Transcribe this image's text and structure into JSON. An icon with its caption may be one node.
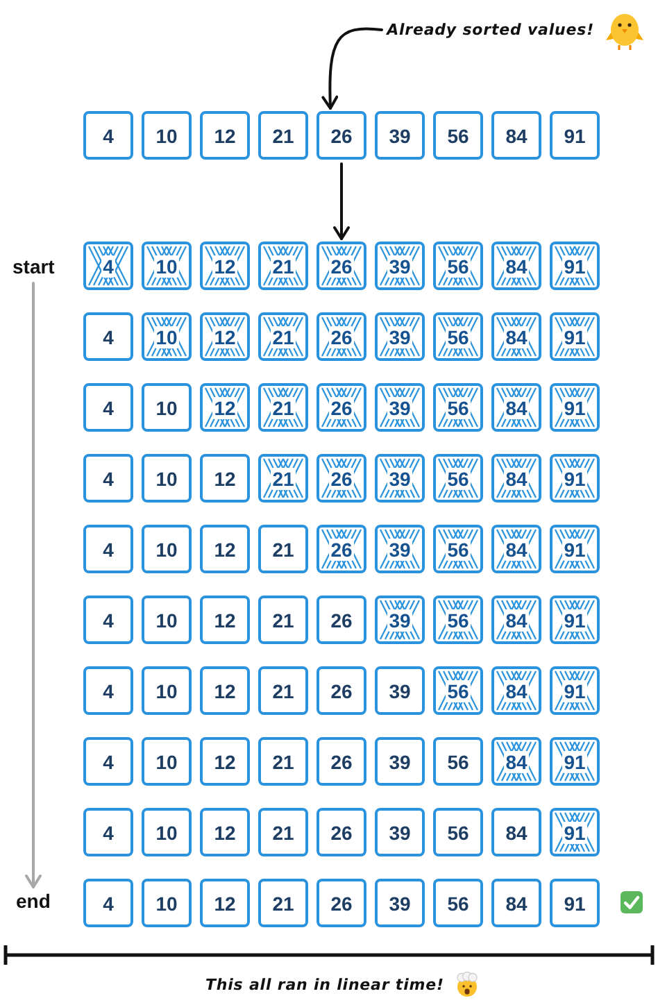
{
  "diagram": {
    "nodes": [
      {
        "text": [
          "Already sorted values!"
        ]
      },
      {
        "text": [
          "4"
        ]
      },
      {
        "text": [
          "10"
        ]
      },
      {
        "text": [
          "12"
        ]
      },
      {
        "text": [
          "21"
        ]
      },
      {
        "text": [
          "26"
        ]
      },
      {
        "text": [
          "39"
        ]
      },
      {
        "text": [
          "56"
        ]
      },
      {
        "text": [
          "84"
        ]
      },
      {
        "text": [
          "91"
        ]
      },
      {
        "text": [
          "start"
        ]
      },
      {
        "text": [
          "4"
        ]
      },
      {
        "text": [
          "10"
        ]
      },
      {
        "text": [
          "12"
        ]
      },
      {
        "text": [
          "21"
        ]
      },
      {
        "text": [
          "26"
        ]
      },
      {
        "text": [
          "39"
        ]
      },
      {
        "text": [
          "56"
        ]
      },
      {
        "text": [
          "84"
        ]
      },
      {
        "text": [
          "91"
        ]
      },
      {
        "text": [
          "4"
        ]
      },
      {
        "text": [
          "10"
        ]
      },
      {
        "text": [
          "12"
        ]
      },
      {
        "text": [
          "21"
        ]
      },
      {
        "text": [
          "26"
        ]
      },
      {
        "text": [
          "39"
        ]
      },
      {
        "text": [
          "56"
        ]
      },
      {
        "text": [
          "84"
        ]
      },
      {
        "text": [
          "91"
        ]
      },
      {
        "text": [
          "4"
        ]
      },
      {
        "text": [
          "10"
        ]
      },
      {
        "text": [
          "12"
        ]
      },
      {
        "text": [
          "21"
        ]
      },
      {
        "text": [
          "26"
        ]
      },
      {
        "text": [
          "39"
        ]
      },
      {
        "text": [
          "56"
        ]
      },
      {
        "text": [
          "84"
        ]
      },
      {
        "text": [
          "91"
        ]
      },
      {
        "text": [
          "4"
        ]
      },
      {
        "text": [
          "10"
        ]
      },
      {
        "text": [
          "12"
        ]
      },
      {
        "text": [
          "21"
        ]
      },
      {
        "text": [
          "26"
        ]
      },
      {
        "text": [
          "39"
        ]
      },
      {
        "text": [
          "56"
        ]
      },
      {
        "text": [
          "84"
        ]
      },
      {
        "text": [
          "91"
        ]
      },
      {
        "text": [
          "4"
        ]
      },
      {
        "text": [
          "10"
        ]
      },
      {
        "text": [
          "12"
        ]
      },
      {
        "text": [
          "21"
        ]
      },
      {
        "text": [
          "26"
        ]
      },
      {
        "text": [
          "39"
        ]
      },
      {
        "text": [
          "56"
        ]
      },
      {
        "text": [
          "84"
        ]
      },
      {
        "text": [
          "91"
        ]
      },
      {
        "text": [
          "4"
        ]
      },
      {
        "text": [
          "10"
        ]
      },
      {
        "text": [
          "12"
        ]
      },
      {
        "text": [
          "21"
        ]
      },
      {
        "text": [
          "26"
        ]
      },
      {
        "text": [
          "39"
        ]
      },
      {
        "text": [
          "56"
        ]
      },
      {
        "text": [
          "84"
        ]
      },
      {
        "text": [
          "91"
        ]
      },
      {
        "text": [
          "4"
        ]
      },
      {
        "text": [
          "10"
        ]
      },
      {
        "text": [
          "12"
        ]
      },
      {
        "text": [
          "21"
        ]
      },
      {
        "text": [
          "26"
        ]
      },
      {
        "text": [
          "39"
        ]
      },
      {
        "text": [
          "56"
        ]
      },
      {
        "text": [
          "84"
        ]
      },
      {
        "text": [
          "91"
        ]
      },
      {
        "text": [
          "4"
        ]
      },
      {
        "text": [
          "10"
        ]
      },
      {
        "text": [
          "12"
        ]
      },
      {
        "text": [
          "21"
        ]
      },
      {
        "text": [
          "26"
        ]
      },
      {
        "text": [
          "39"
        ]
      },
      {
        "text": [
          "56"
        ]
      },
      {
        "text": [
          "84"
        ]
      },
      {
        "text": [
          "91"
        ]
      },
      {
        "text": [
          "4"
        ]
      },
      {
        "text": [
          "10"
        ]
      },
      {
        "text": [
          "12"
        ]
      },
      {
        "text": [
          "21"
        ]
      },
      {
        "text": [
          "26"
        ]
      },
      {
        "text": [
          "39"
        ]
      },
      {
        "text": [
          "56"
        ]
      },
      {
        "text": [
          "84"
        ]
      },
      {
        "text": [
          "91"
        ]
      },
      {
        "text": [
          "end"
        ]
      },
      {
        "text": [
          "4"
        ]
      },
      {
        "text": [
          "10"
        ]
      },
      {
        "text": [
          "12"
        ]
      },
      {
        "text": [
          "21"
        ]
      },
      {
        "text": [
          "26"
        ]
      },
      {
        "text": [
          "39"
        ]
      },
      {
        "text": [
          "56"
        ]
      },
      {
        "text": [
          "84"
        ]
      },
      {
        "text": [
          "91"
        ]
      }
    ],
    "edges": [
      {
        "from": 0,
        "to": 5,
        "arrow": "to"
      },
      {
        "from": 5,
        "to": 15,
        "arrow": "to"
      },
      {
        "from": 10,
        "to": 92,
        "arrow": "to",
        "color": "#a8a8a8"
      }
    ],
    "labels": [
      "This all ran in linear time!"
    ]
  }
}
